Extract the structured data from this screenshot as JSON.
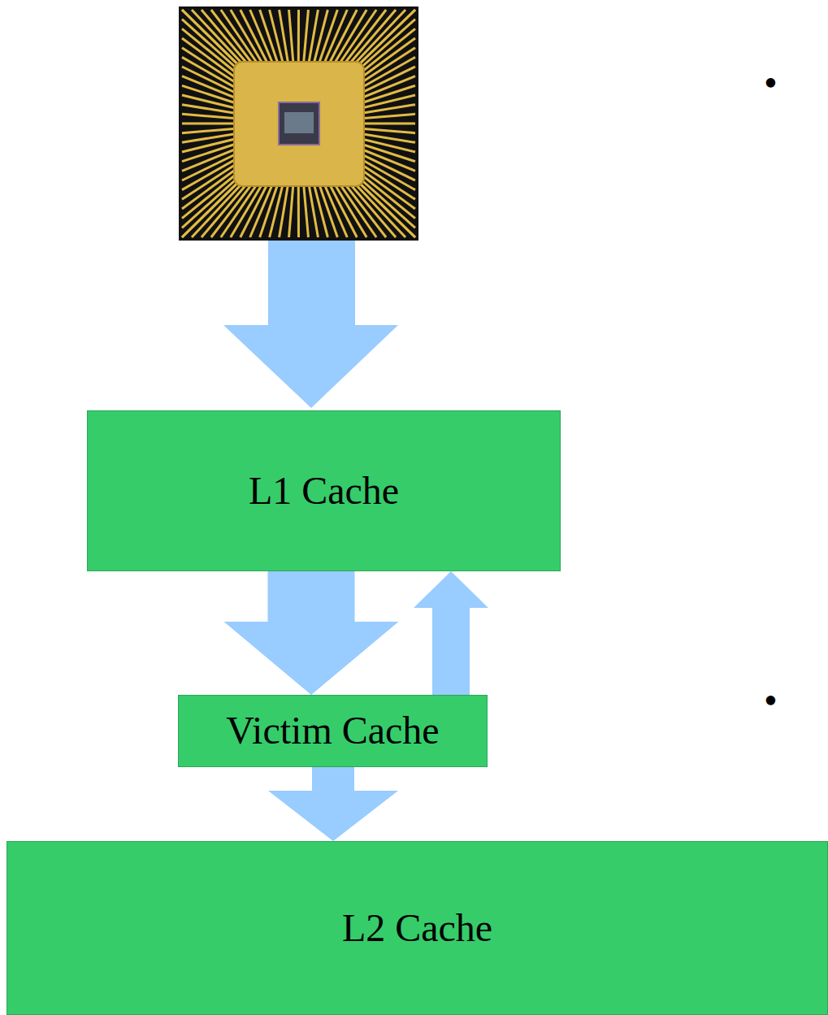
{
  "diagram": {
    "nodes": [
      {
        "text": [
          "L1 Cache"
        ]
      },
      {
        "text": [
          "Victim Cache"
        ]
      },
      {
        "text": [
          "L2 Cache"
        ]
      }
    ],
    "edges": [
      {
        "from": 0,
        "to": 1,
        "arrow": "to"
      },
      {
        "from": 1,
        "to": 0,
        "arrow": "to"
      },
      {
        "from": 1,
        "to": 2,
        "arrow": "to"
      }
    ],
    "labels": [
      "•",
      "•"
    ]
  }
}
